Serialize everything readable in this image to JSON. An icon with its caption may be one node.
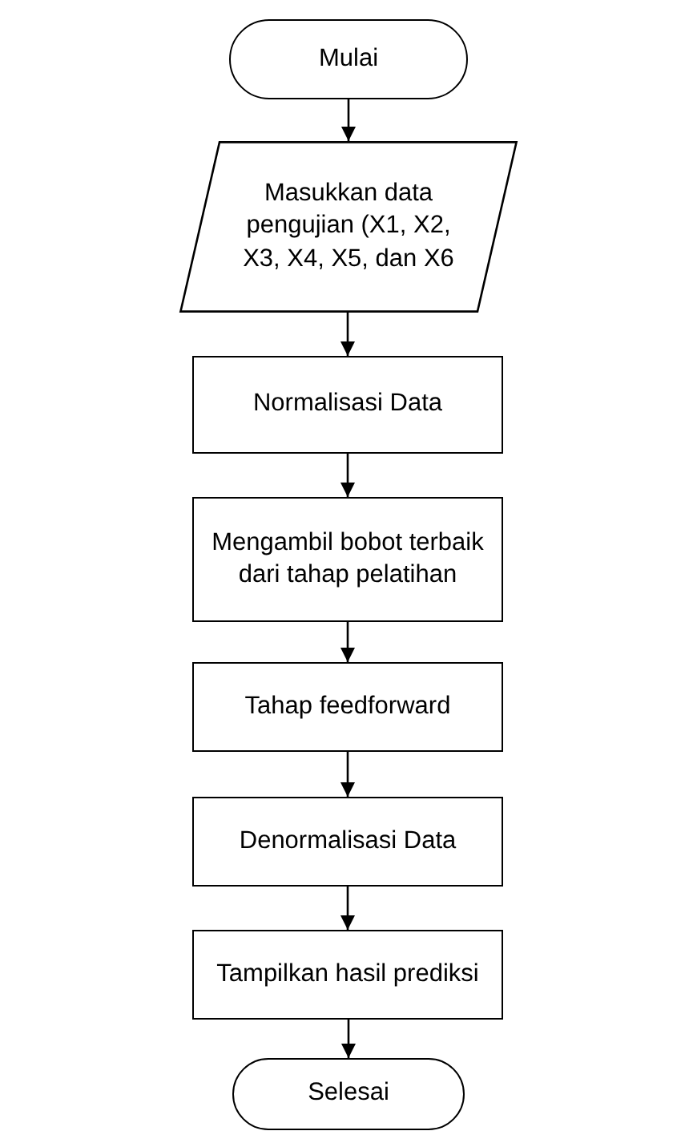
{
  "diagram": {
    "nodes": [
      {
        "text": [
          "Mulai"
        ]
      },
      {
        "text": [
          "Masukkan data pengujian (X1, X2, X3, X4, X5, dan X6"
        ]
      },
      {
        "text": [
          "Normalisasi Data"
        ]
      },
      {
        "text": [
          "Mengambil bobot terbaik dari tahap pelatihan"
        ]
      },
      {
        "text": [
          "Tahap feedforward"
        ]
      },
      {
        "text": [
          "Denormalisasi Data"
        ]
      },
      {
        "text": [
          "Tampilkan hasil prediksi"
        ]
      },
      {
        "text": [
          "Selesai"
        ]
      }
    ],
    "edges": [
      {
        "from": 0,
        "to": 1,
        "arrow": "to"
      },
      {
        "from": 1,
        "to": 2,
        "arrow": "to"
      },
      {
        "from": 2,
        "to": 3,
        "arrow": "to"
      },
      {
        "from": 3,
        "to": 4,
        "arrow": "to"
      },
      {
        "from": 4,
        "to": 5,
        "arrow": "to"
      },
      {
        "from": 5,
        "to": 6,
        "arrow": "to"
      },
      {
        "from": 6,
        "to": 7,
        "arrow": "to"
      }
    ]
  }
}
